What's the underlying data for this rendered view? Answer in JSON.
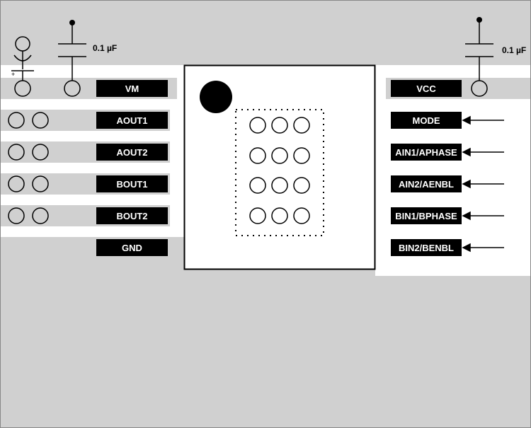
{
  "capacitors": {
    "left_value": "0.1 µF",
    "right_value": "0.1 µF",
    "polarity_mark": "+"
  },
  "left_pins": [
    "VM",
    "AOUT1",
    "AOUT2",
    "BOUT1",
    "BOUT2",
    "GND"
  ],
  "right_pins": [
    "VCC",
    "MODE",
    "AIN1/APHASE",
    "AIN2/AENBL",
    "BIN1/BPHASE",
    "BIN2/BENBL"
  ],
  "colors": {
    "copper_gray": "#d0d0d0",
    "label_bg": "#000000",
    "label_text": "#ffffff",
    "outline": "#000000"
  },
  "icons": {
    "pin1_marker": "filled-circle-icon",
    "via": "circle-outline-icon",
    "input_arrow": "arrow-left-icon",
    "ground_symbol": "ground-icon",
    "capacitor_symbol": "capacitor-icon"
  }
}
